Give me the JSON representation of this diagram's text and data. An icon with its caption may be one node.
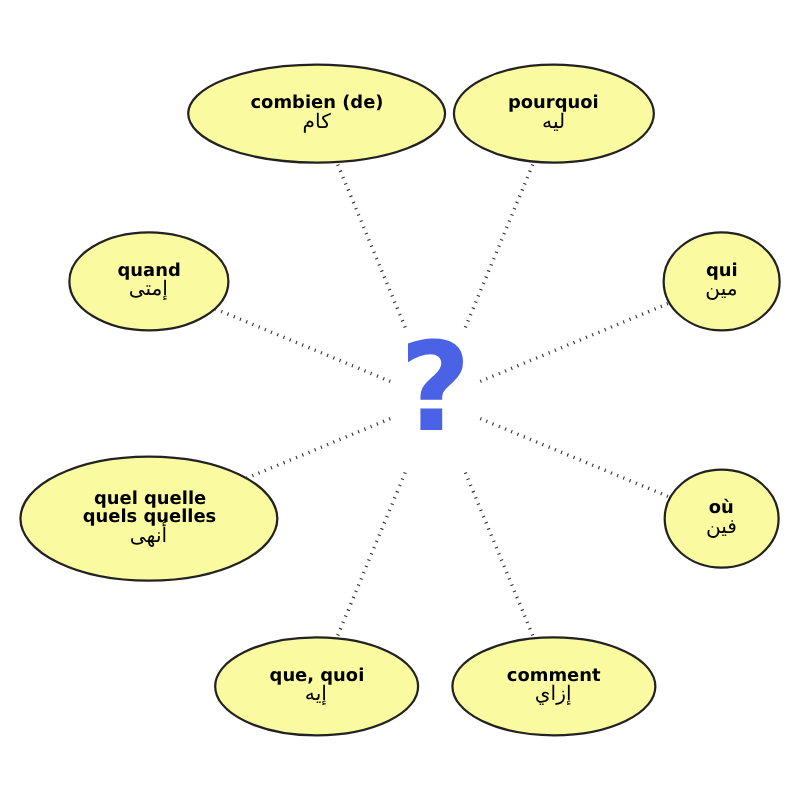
{
  "diagram": {
    "nodes": [
      {
        "text": [
          "pourquoi",
          "ليه"
        ]
      },
      {
        "text": [
          "combien (de)",
          "كام"
        ]
      },
      {
        "text": [
          "qui",
          "مين"
        ]
      },
      {
        "text": [
          "?"
        ]
      },
      {
        "text": [
          "quand",
          "إمتى"
        ]
      },
      {
        "text": [
          "où",
          "فين"
        ]
      },
      {
        "text": [
          "quel quelle quels quelles",
          "أنهى"
        ]
      },
      {
        "text": [
          "comment",
          "إزاي"
        ]
      },
      {
        "text": [
          "que, quoi",
          "إيه"
        ]
      }
    ],
    "edges": [
      {
        "from": 3,
        "to": 2,
        "arrow": "none"
      },
      {
        "from": 3,
        "to": 0,
        "arrow": "none"
      },
      {
        "from": 3,
        "to": 1,
        "arrow": "none"
      },
      {
        "from": 3,
        "to": 4,
        "arrow": "none"
      },
      {
        "from": 3,
        "to": 6,
        "arrow": "none"
      },
      {
        "from": 3,
        "to": 8,
        "arrow": "none"
      },
      {
        "from": 3,
        "to": 7,
        "arrow": "none"
      },
      {
        "from": 3,
        "to": 5,
        "arrow": "none"
      }
    ]
  }
}
